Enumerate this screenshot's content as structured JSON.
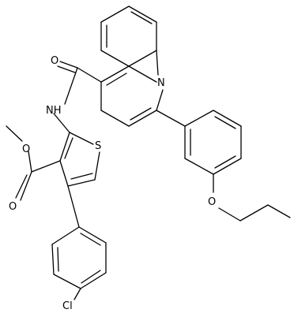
{
  "molecule": {
    "atom_labels": {
      "O_amide": "O",
      "N_amide": "NH",
      "N_quinoline": "N",
      "S_thiophene": "S",
      "O_ester_methoxy": "O",
      "O_ester_carbonyl": "O",
      "O_propoxy": "O",
      "Cl": "Cl"
    }
  }
}
